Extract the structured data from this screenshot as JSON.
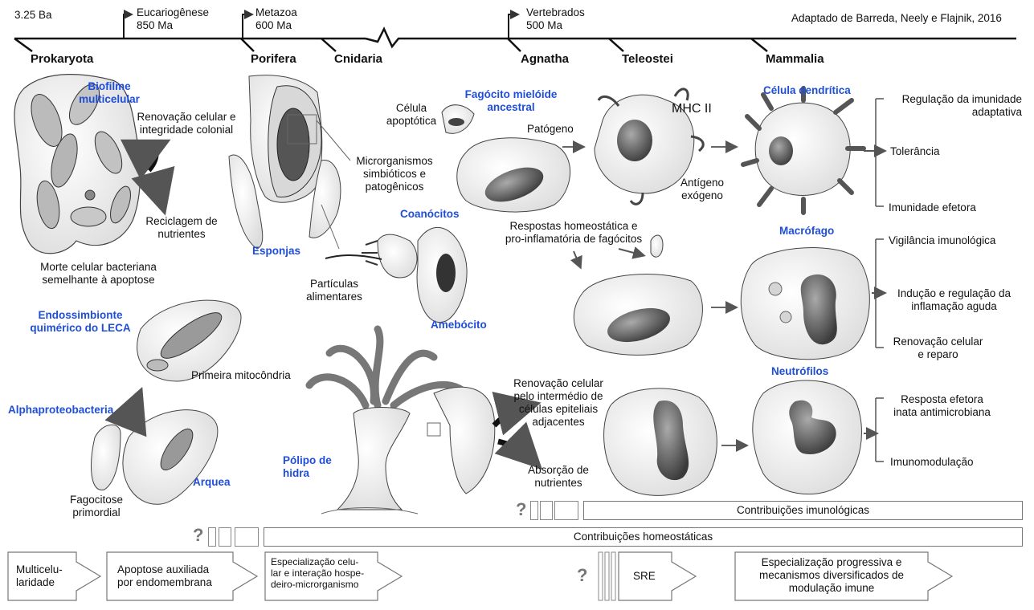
{
  "timeline": {
    "start": "3.25 Ba",
    "eukaryogenesis": "Eucariogênese\n850 Ma",
    "metazoa": "Metazoa\n600 Ma",
    "vertebrates": "Vertebrados\n500 Ma",
    "credit": "Adaptado de Barreda, Neely e Flajnik, 2016"
  },
  "taxa": [
    "Prokaryota",
    "Porifera",
    "Cnidaria",
    "Agnatha",
    "Teleostei",
    "Mammalia"
  ],
  "labels": {
    "biofilm": "Biofilme\nmulticelular",
    "renewal_integrity": "Renovação celular e\nintegridade colonial",
    "nutrient_recycling": "Reciclagem de\nnutrientes",
    "bacterial_death": "Morte celular bacteriana\nsemelhante à apoptose",
    "endosymbiont": "Endossimbionte\nquimérico do LECA",
    "first_mitochondria": "Primeira mitocôndria",
    "alphaproteobacteria": "Alphaproteobacteria",
    "archaea": "Arquea",
    "primordial_phagocytosis": "Fagocitose\nprimordial",
    "sponges": "Esponjas",
    "microorganisms": "Microrganismos\nsimbióticos e\npatogênicos",
    "choanocytes": "Coanócitos",
    "food_particles": "Partículas\nalimentares",
    "amoebocyte": "Amebócito",
    "hydra_polyp": "Pólipo de\nhidra",
    "apoptotic_cell": "Célula\napoptótica",
    "ancestral_phagocyte": "Fagócito mielóide\nancestral",
    "pathogen": "Patógeno",
    "mhc": "MHC II",
    "antigen": "Antígeno\nexógeno",
    "dendritic_cell": "Célula dendrítica",
    "homeostatic_responses": "Respostas homeostática e\npro-inflamatória de fagócitos",
    "macrophage": "Macrófago",
    "epithelial_renewal": "Renovação celular\npelo intermédio de\ncélulas epiteliais\nadjacentes",
    "nutrient_absorption": "Absorção de\nnutrientes",
    "neutrophils": "Neutrófilos"
  },
  "dendritic_outcomes": [
    "Regulação da imunidade\nadaptativa",
    "Tolerância",
    "Imunidade efetora"
  ],
  "macrophage_outcomes": [
    "Vigilância imunológica",
    "Indução e regulação da\ninflamação aguda",
    "Renovação celular\ne reparo"
  ],
  "neutrophil_outcomes": [
    "Resposta efetora\ninata antimicrobiana",
    "Imunomodulação"
  ],
  "contrib_immune": "Contribuições imunológicas",
  "contrib_homeostatic": "Contribuições homeostáticas",
  "question": "?",
  "stages": [
    "Multicelu-\nlaridade",
    "Apoptose auxiliada\npor endomembrana",
    "Especialização celu-\nlar e interação hospe-\ndeiro-microrganismo",
    "SRE",
    "Especialização progressiva e\nmecanismos diversificados de\nmodulação imune"
  ]
}
